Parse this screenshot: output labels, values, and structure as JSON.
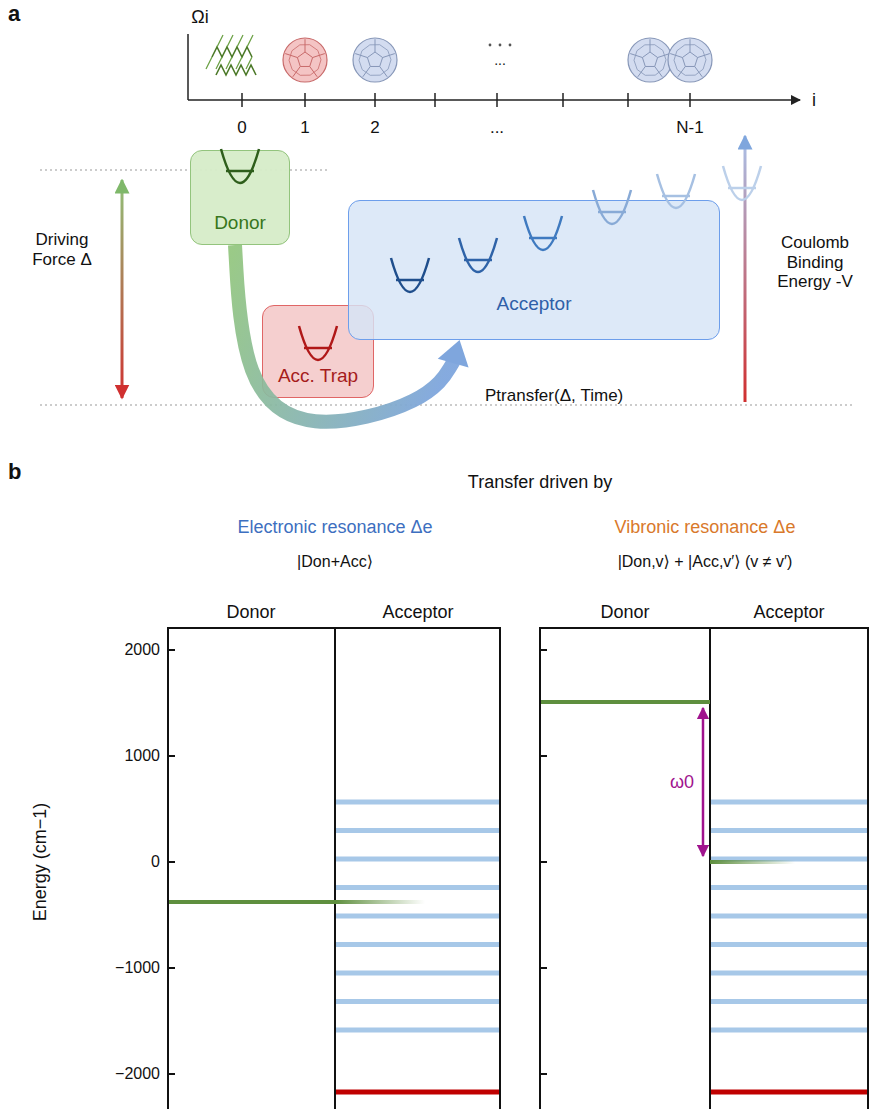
{
  "diagram": {
    "nodes": [
      {
        "text": [
          "Donor"
        ]
      },
      {
        "text": [
          "Acc. Trap"
        ]
      },
      {
        "text": [
          "Acceptor"
        ]
      }
    ],
    "edges": [
      {
        "from": 0,
        "to": 2,
        "arrow": "to"
      }
    ],
    "labels": [
      "a",
      "Ωi",
      "0",
      "1",
      "2",
      "...",
      "...",
      "N-1",
      "i",
      "Driving Force Δ",
      "Coulomb Binding Energy -V",
      "Ptransfer(Δ, Time)",
      "b",
      "Transfer driven by",
      "Electronic resonance Δe",
      "Vibronic resonance Δe",
      "|Don+Acc⟩",
      "|Don,v⟩ + |Acc,v′⟩  (v ≠ v′)",
      "Donor",
      "Acceptor",
      "Donor",
      "Acceptor",
      "2000",
      "1000",
      "0",
      "−1000",
      "−2000",
      "Energy (cm−1)",
      "ω0"
    ]
  }
}
